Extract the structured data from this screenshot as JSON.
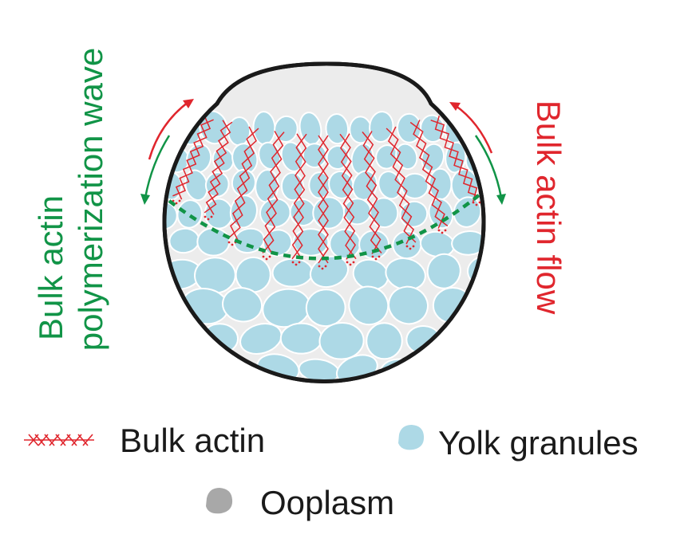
{
  "labels": {
    "left_line1": "Bulk actin",
    "left_line2": "polymerization wave",
    "right": "Bulk actin flow"
  },
  "legend": {
    "bulk_actin": "Bulk actin",
    "yolk_granules": "Yolk granules",
    "ooplasm": "Ooplasm"
  },
  "colors": {
    "actin_red": "#e0262d",
    "wave_green": "#119447",
    "yolk_blue": "#add9e6",
    "ooplasm_gray": "#ececec",
    "legend_gray": "#a8a8a8",
    "outline": "#1a1a1a"
  }
}
